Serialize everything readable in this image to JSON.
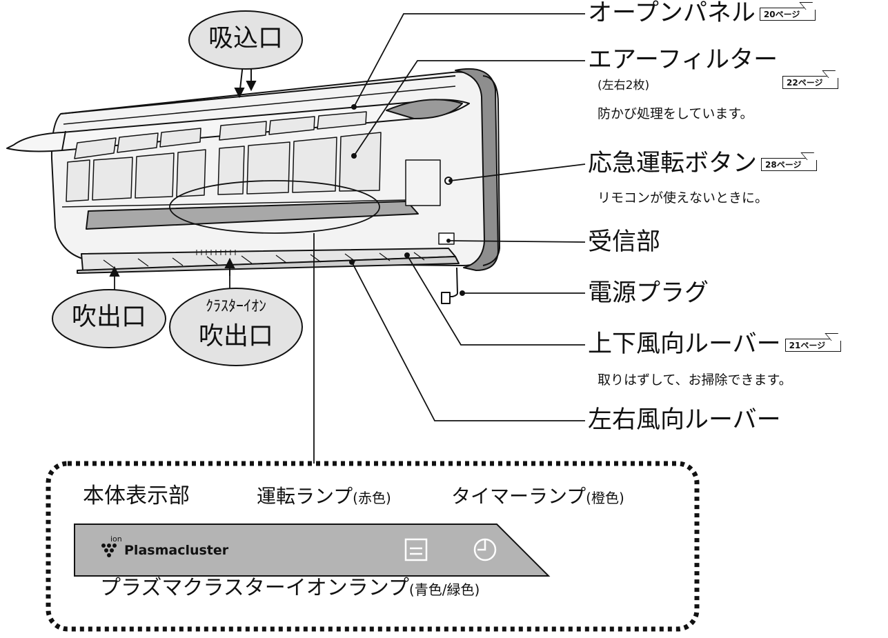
{
  "labels": {
    "open_panel": "オープンパネル",
    "open_panel_page": "20ページ",
    "air_filter": "エアーフィルター",
    "air_filter_sub": "(左右2枚)",
    "air_filter_page": "22ページ",
    "air_filter_note": "防かび処理をしています。",
    "emergency_button": "応急運転ボタン",
    "emergency_button_page": "28ページ",
    "emergency_button_note": "リモコンが使えないときに。",
    "receiver": "受信部",
    "power_plug": "電源プラグ",
    "vertical_louver": "上下風向ルーバー",
    "vertical_louver_page": "21ページ",
    "vertical_louver_note": "取りはずして、お掃除できます。",
    "horizontal_louver": "左右風向ルーバー"
  },
  "bubbles": {
    "intake": "吸込口",
    "outlet": "吹出口",
    "cluster_ion_top": "ｸﾗｽﾀｰｲｵﾝ",
    "cluster_ion_bottom": "吹出口"
  },
  "display_panel": {
    "title": "本体表示部",
    "operation_lamp": "運転ランプ",
    "operation_lamp_color": "(赤色)",
    "timer_lamp": "タイマーランプ",
    "timer_lamp_color": "(橙色)",
    "brand": "Plasmacluster",
    "ion_mark": "ion",
    "plasma_lamp": "プラズマクラスターイオンランプ",
    "plasma_lamp_color": "(青色/緑色)"
  },
  "colors": {
    "panel_gray": "#b4b4b4",
    "unit_light": "#f2f2f2",
    "line": "#111111",
    "bubble_fill": "#e3e3e3"
  }
}
